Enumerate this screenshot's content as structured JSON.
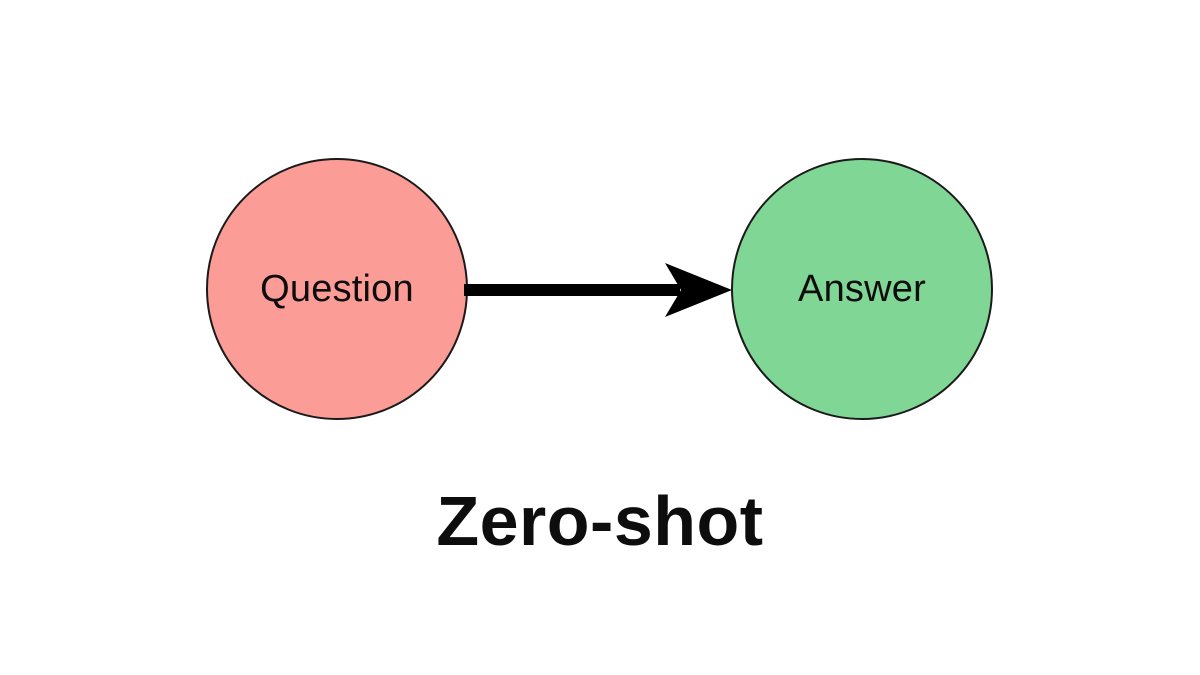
{
  "diagram": {
    "title": "Zero-shot",
    "nodes": [
      {
        "id": "question",
        "label": "Question",
        "fill": "#fc9c96"
      },
      {
        "id": "answer",
        "label": "Answer",
        "fill": "#80d694"
      }
    ],
    "edge": {
      "from": "question",
      "to": "answer",
      "type": "arrow",
      "direction": "right",
      "color": "#000000"
    },
    "colors": {
      "background": "#ffffff",
      "node_stroke": "#1a1a1a",
      "text": "#0d0d0d"
    }
  }
}
